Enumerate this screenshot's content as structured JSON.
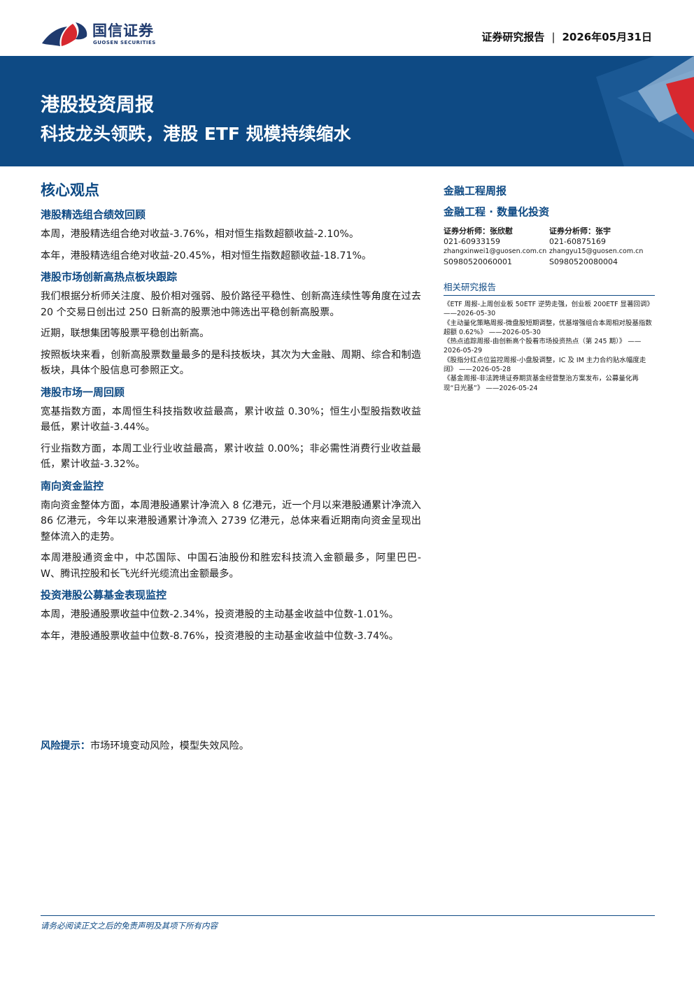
{
  "header": {
    "logo_cn": "国信证券",
    "logo_en": "GUOSEN SECURITIES",
    "report_type": "证券研究报告",
    "separator": "|",
    "date": "2026年05月31日"
  },
  "banner": {
    "line1": "港股投资周报",
    "line2": "科技龙头领跌，港股 ETF 规模持续缩水"
  },
  "main": {
    "core_title": "核心观点",
    "sections": [
      {
        "title": "港股精选组合绩效回顾",
        "paragraphs": [
          "本周，港股精选组合绝对收益-3.76%，相对恒生指数超额收益-2.10%。",
          "本年，港股精选组合绝对收益-20.45%，相对恒生指数超额收益-18.71%。"
        ]
      },
      {
        "title": "港股市场创新高热点板块跟踪",
        "paragraphs": [
          "我们根据分析师关注度、股价相对强弱、股价路径平稳性、创新高连续性等角度在过去 20 个交易日创出过 250 日新高的股票池中筛选出平稳创新高股票。",
          "近期，联想集团等股票平稳创出新高。",
          "按照板块来看，创新高股票数量最多的是科技板块，其次为大金融、周期、综合和制造板块，具体个股信息可参照正文。"
        ]
      },
      {
        "title": "港股市场一周回顾",
        "paragraphs": [
          "宽基指数方面，本周恒生科技指数收益最高，累计收益 0.30%；恒生小型股指数收益最低，累计收益-3.44%。",
          "行业指数方面，本周工业行业收益最高，累计收益 0.00%；非必需性消费行业收益最低，累计收益-3.32%。"
        ]
      },
      {
        "title": "南向资金监控",
        "paragraphs": [
          "南向资金整体方面，本周港股通累计净流入 8 亿港元，近一个月以来港股通累计净流入 86 亿港元，今年以来港股通累计净流入 2739 亿港元，总体来看近期南向资金呈现出整体流入的走势。",
          "本周港股通资金中，中芯国际、中国石油股份和胜宏科技流入金额最多，阿里巴巴-W、腾讯控股和长飞光纤光缆流出金额最多。"
        ]
      },
      {
        "title": "投资港股公募基金表现监控",
        "paragraphs": [
          "本周，港股通股票收益中位数-2.34%，投资港股的主动基金收益中位数-1.01%。",
          "本年，港股通股票收益中位数-8.76%，投资港股的主动基金收益中位数-3.74%。"
        ]
      }
    ],
    "risk_label": "风险提示：",
    "risk_text": "市场环境变动风险，模型失效风险。"
  },
  "side": {
    "heading1": "金融工程周报",
    "heading2": "金融工程 · 数量化投资",
    "analysts": [
      {
        "name": "证券分析师：张欣慰",
        "phone": "021-60933159",
        "email": "zhangxinwei1@guosen.com.cn",
        "license": "S0980520060001"
      },
      {
        "name": "证券分析师：张宇",
        "phone": "021-60875169",
        "email": "zhangyu15@guosen.com.cn",
        "license": "S0980520080004"
      }
    ],
    "related_title": "相关研究报告",
    "related": [
      "《ETF 周报-上周创业板 50ETF 逆势走强，创业板 200ETF 显著回调》 ——2026-05-30",
      "《主动量化策略周报-微盘股短期调整，优基增强组合本周相对股基指数超额 0.62%》 ——2026-05-30",
      "《热点追踪周报-由创新高个股看市场投资热点（第 245 期）》 ——2026-05-29",
      "《股指分红点位监控周报-小盘股调整，IC 及 IM 主力合约贴水幅度走阔》 ——2026-05-28",
      "《基金周报-非法跨境证券期货基金经营整治方案发布，公募量化再现“日光基”》 ——2026-05-24"
    ]
  },
  "footer": {
    "disclaimer": "请务必阅读正文之后的免责声明及其项下所有内容"
  },
  "colors": {
    "brand_blue": "#0e4a84",
    "logo_red": "#d7282f",
    "text": "#1a1a1a"
  }
}
